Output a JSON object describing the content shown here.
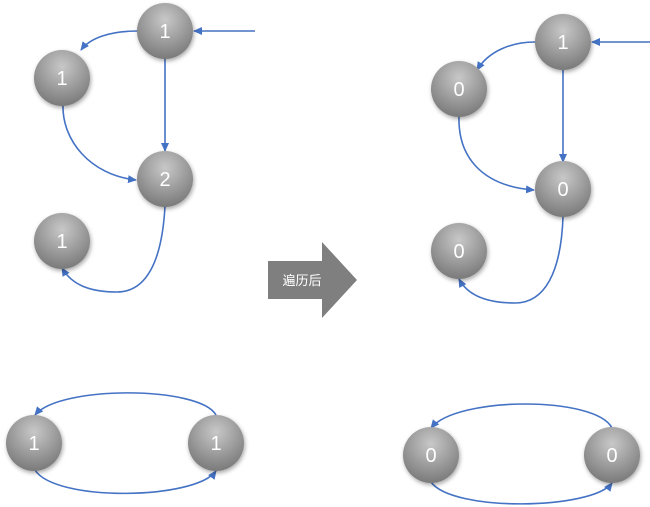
{
  "colors": {
    "edge": "#4472c4",
    "node_dark": "#7a7a7a",
    "node_light": "#bdbdbd",
    "arrow_fill": "#7f7f7f",
    "text": "#ffffff"
  },
  "transition_label": "遍历后",
  "before": {
    "nodes": [
      {
        "id": "b-top",
        "label": "1"
      },
      {
        "id": "b-left",
        "label": "1"
      },
      {
        "id": "b-mid",
        "label": "2"
      },
      {
        "id": "b-bottom",
        "label": "1"
      },
      {
        "id": "b-cycle-left",
        "label": "1"
      },
      {
        "id": "b-cycle-right",
        "label": "1"
      }
    ]
  },
  "after": {
    "nodes": [
      {
        "id": "a-top",
        "label": "1"
      },
      {
        "id": "a-left",
        "label": "0"
      },
      {
        "id": "a-mid",
        "label": "0"
      },
      {
        "id": "a-bottom",
        "label": "0"
      },
      {
        "id": "a-cycle-left",
        "label": "0"
      },
      {
        "id": "a-cycle-right",
        "label": "0"
      }
    ]
  }
}
